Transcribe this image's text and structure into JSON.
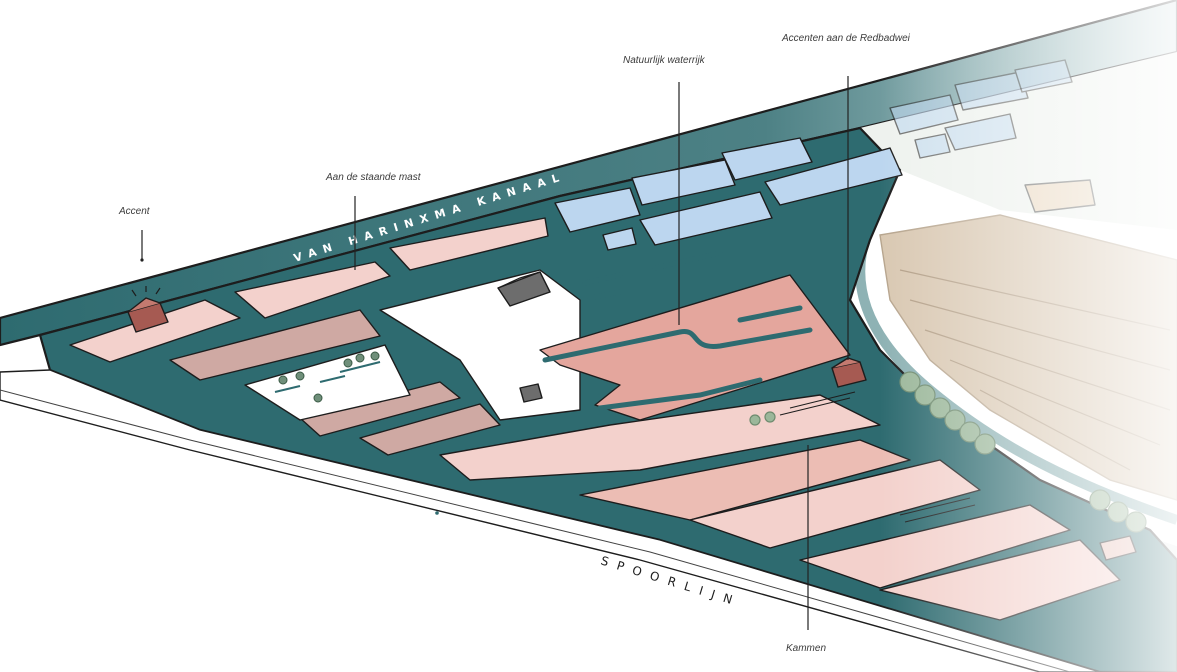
{
  "labels": {
    "accent": "Accent",
    "staande_mast": "Aan de staande mast",
    "waterrijk": "Natuurlijk waterrijk",
    "redbadwei": "Accenten aan de Redbadwei",
    "kammen": "Kammen"
  },
  "canal_name": "VAN HARINXMA KANAAL",
  "rail_name": "SPOORLIJN",
  "colors": {
    "water": "#2e6b70",
    "water_light": "#8eb2b4",
    "parcel_light": "#f3d1cc",
    "parcel_mid": "#ecbdb4",
    "parcel_dark": "#cfa9a3",
    "parcel_accent": "#e4a69d",
    "building_blue": "#bcd6ef",
    "beige_district": "#d9c8b2",
    "tree_green": "#9bb79a",
    "accent_house": "#a65a52"
  },
  "icons": [
    "accent-house-icon",
    "barn-icon",
    "tree-icon",
    "house-icon"
  ]
}
